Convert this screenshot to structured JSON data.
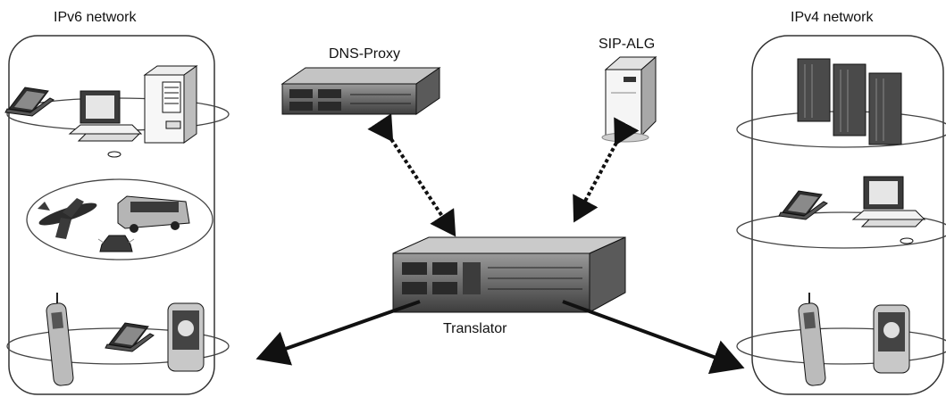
{
  "labels": {
    "ipv6_network": "IPv6 network",
    "ipv4_network": "IPv4 network",
    "dns_proxy": "DNS-Proxy",
    "sip_alg": "SIP-ALG",
    "translator": "Translator"
  },
  "colors": {
    "line": "#111111",
    "device_dark": "#3a3a3a",
    "device_mid": "#7a7a7a",
    "device_light": "#d8d8d8"
  },
  "icons": [
    "laptop-icon",
    "desktop-computer-icon",
    "tower-server-icon",
    "airplane-icon",
    "bus-icon",
    "car-icon",
    "mobile-phone-icon",
    "pda-icon",
    "rack-server-icon",
    "server-rack-cluster-icon"
  ]
}
